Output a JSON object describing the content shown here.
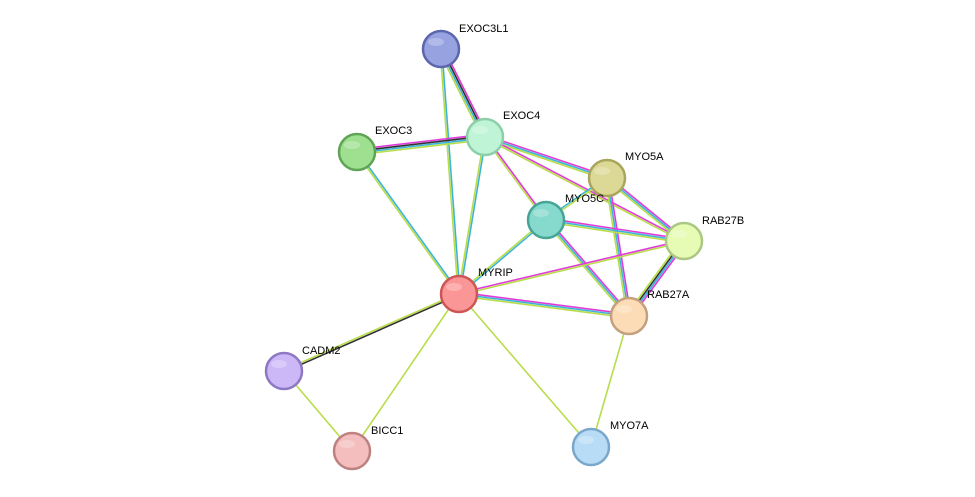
{
  "nodes": [
    {
      "id": "EXOC3L1",
      "label": "EXOC3L1",
      "fill": "#97a3e0",
      "stroke": "#5c66ad"
    },
    {
      "id": "EXOC4",
      "label": "EXOC4",
      "fill": "#bff5d6",
      "stroke": "#8ccfa8"
    },
    {
      "id": "EXOC3",
      "label": "EXOC3",
      "fill": "#9ee090",
      "stroke": "#5fa354"
    },
    {
      "id": "MYO5A",
      "label": "MYO5A",
      "fill": "#dcd996",
      "stroke": "#a9a55d"
    },
    {
      "id": "MYO5C",
      "label": "MYO5C",
      "fill": "#86d9cd",
      "stroke": "#47a596"
    },
    {
      "id": "RAB27B",
      "label": "RAB27B",
      "fill": "#e6fbb4",
      "stroke": "#aac883"
    },
    {
      "id": "MYRIP",
      "label": "MYRIP",
      "fill": "#fb9696",
      "stroke": "#cc5656"
    },
    {
      "id": "RAB27A",
      "label": "RAB27A",
      "fill": "#fcdcb6",
      "stroke": "#c3a07e"
    },
    {
      "id": "CADM2",
      "label": "CADM2",
      "fill": "#cdb8f7",
      "stroke": "#8d78c3"
    },
    {
      "id": "BICC1",
      "label": "BICC1",
      "fill": "#f5bebe",
      "stroke": "#bd8181"
    },
    {
      "id": "MYO7A",
      "label": "MYO7A",
      "fill": "#b9dcf6",
      "stroke": "#7aa7cc"
    }
  ],
  "edges": [
    {
      "from": "EXOC3L1",
      "to": "EXOC4",
      "colors": [
        "#e03cd8",
        "#333333",
        "#3cb4d8",
        "#b9dd4a"
      ]
    },
    {
      "from": "EXOC3L1",
      "to": "MYRIP",
      "colors": [
        "#3cb4d8",
        "#b9dd4a"
      ]
    },
    {
      "from": "EXOC3",
      "to": "EXOC4",
      "colors": [
        "#e03cd8",
        "#333333",
        "#3cb4d8",
        "#b9dd4a"
      ]
    },
    {
      "from": "EXOC3",
      "to": "MYRIP",
      "colors": [
        "#3cb4d8",
        "#b9dd4a"
      ]
    },
    {
      "from": "EXOC4",
      "to": "MYRIP",
      "colors": [
        "#3cb4d8",
        "#b9dd4a"
      ]
    },
    {
      "from": "EXOC4",
      "to": "MYO5A",
      "colors": [
        "#e03cd8",
        "#3cb4d8",
        "#b9dd4a"
      ]
    },
    {
      "from": "EXOC4",
      "to": "MYO5C",
      "colors": [
        "#e03cd8",
        "#b9dd4a"
      ]
    },
    {
      "from": "EXOC4",
      "to": "RAB27B",
      "colors": [
        "#e03cd8",
        "#b9dd4a"
      ]
    },
    {
      "from": "MYO5A",
      "to": "RAB27B",
      "colors": [
        "#e03cd8",
        "#3cb4d8",
        "#b9dd4a"
      ]
    },
    {
      "from": "MYO5A",
      "to": "RAB27A",
      "colors": [
        "#e03cd8",
        "#3cb4d8",
        "#b9dd4a"
      ]
    },
    {
      "from": "MYO5C",
      "to": "MYO5A",
      "colors": [
        "#3cb4d8",
        "#b9dd4a"
      ]
    },
    {
      "from": "MYO5C",
      "to": "RAB27B",
      "colors": [
        "#e03cd8",
        "#3cb4d8",
        "#b9dd4a"
      ]
    },
    {
      "from": "MYO5C",
      "to": "RAB27A",
      "colors": [
        "#e03cd8",
        "#3cb4d8",
        "#b9dd4a"
      ]
    },
    {
      "from": "MYO5C",
      "to": "MYRIP",
      "colors": [
        "#3cb4d8",
        "#b9dd4a"
      ]
    },
    {
      "from": "RAB27B",
      "to": "RAB27A",
      "colors": [
        "#e03cd8",
        "#3cb4d8",
        "#333333",
        "#b9dd4a"
      ]
    },
    {
      "from": "MYRIP",
      "to": "RAB27B",
      "colors": [
        "#e03cd8",
        "#b9dd4a"
      ]
    },
    {
      "from": "MYRIP",
      "to": "RAB27A",
      "colors": [
        "#e03cd8",
        "#3cb4d8",
        "#b9dd4a"
      ]
    },
    {
      "from": "MYRIP",
      "to": "CADM2",
      "colors": [
        "#333333",
        "#b9dd4a"
      ]
    },
    {
      "from": "MYRIP",
      "to": "BICC1",
      "colors": [
        "#b9dd4a"
      ]
    },
    {
      "from": "MYRIP",
      "to": "MYO7A",
      "colors": [
        "#b9dd4a"
      ]
    },
    {
      "from": "RAB27A",
      "to": "MYO7A",
      "colors": [
        "#b9dd4a"
      ]
    },
    {
      "from": "CADM2",
      "to": "BICC1",
      "colors": [
        "#b9dd4a"
      ]
    }
  ]
}
